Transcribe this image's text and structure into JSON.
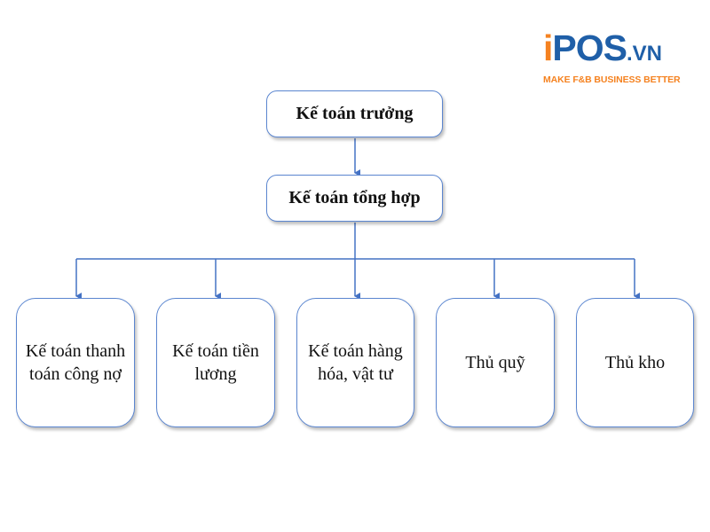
{
  "logo": {
    "i": "i",
    "pos": "POS",
    "vn": ".VN",
    "tagline": "MAKE F&B BUSINESS BETTER",
    "colors": {
      "blue": "#1f5fa8",
      "orange": "#f58220"
    }
  },
  "chart": {
    "line_color": "#4472c4",
    "root": "Kế toán trưởng",
    "level2": "Kế toán tổng hợp",
    "children": [
      "Kế toán thanh toán công nợ",
      "Kế toán tiền lương",
      "Kế toán hàng hóa, vật tư",
      "Thủ quỹ",
      "Thủ kho"
    ]
  }
}
